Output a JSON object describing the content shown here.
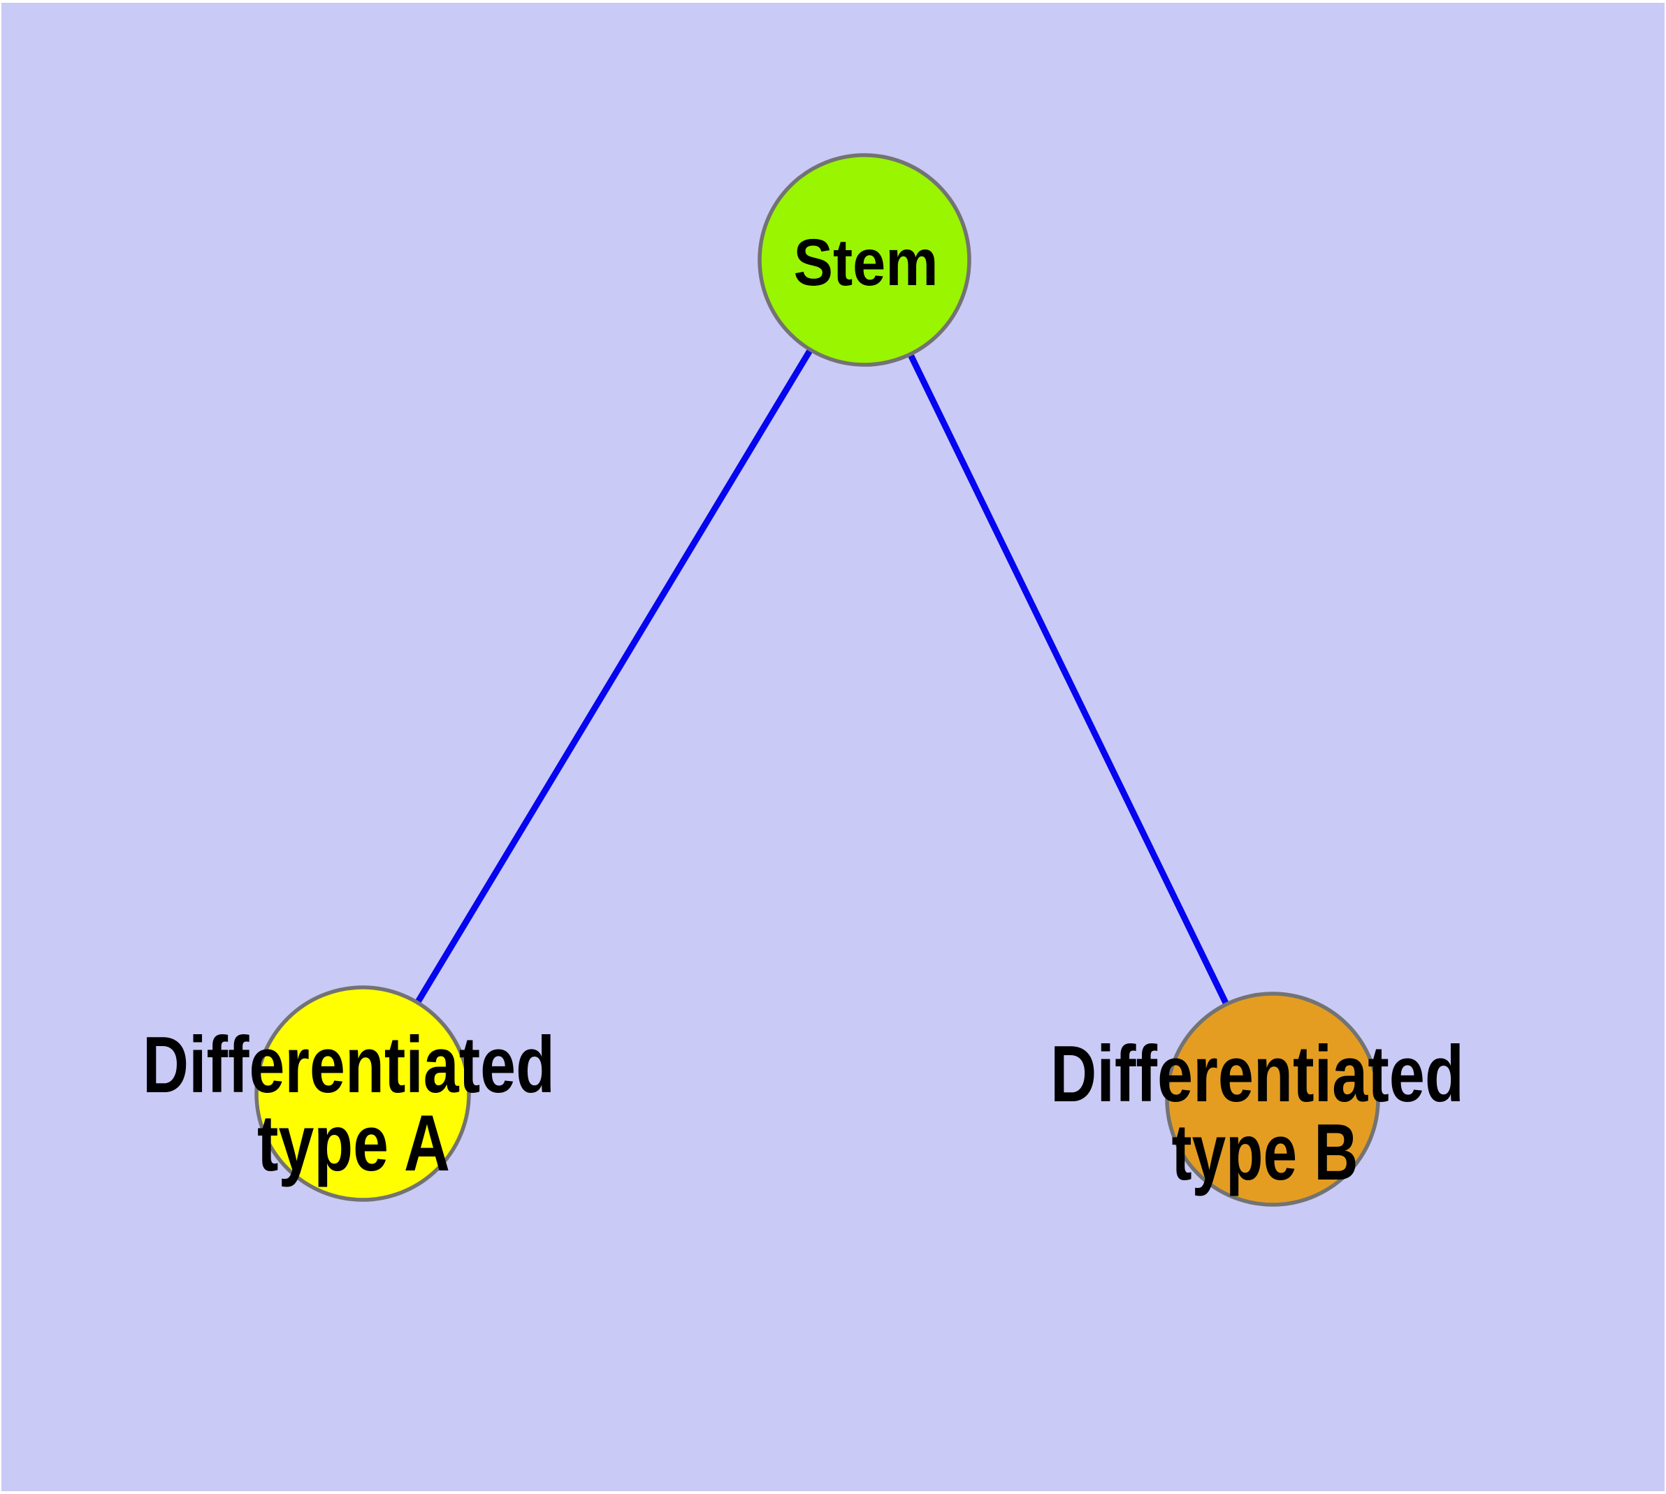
{
  "diagram_type": "graph",
  "colors": {
    "background": "#CACAF6",
    "page": "#FFFFFF",
    "edge": "#0505F0",
    "node_stroke": "#737373",
    "label_text": "#000000",
    "stem_fill": "#99F500",
    "type_a_fill": "#FFFF00",
    "type_b_fill": "#E59D21"
  },
  "nodes": {
    "stem": {
      "label": "Stem"
    },
    "type_a": {
      "label_line1": "Differentiated",
      "label_line2": "type A"
    },
    "type_b": {
      "label_line1": "Differentiated",
      "label_line2": "type B"
    }
  },
  "edges": [
    {
      "from": "Stem",
      "to": "Differentiated type A"
    },
    {
      "from": "Stem",
      "to": "Differentiated type B"
    }
  ]
}
